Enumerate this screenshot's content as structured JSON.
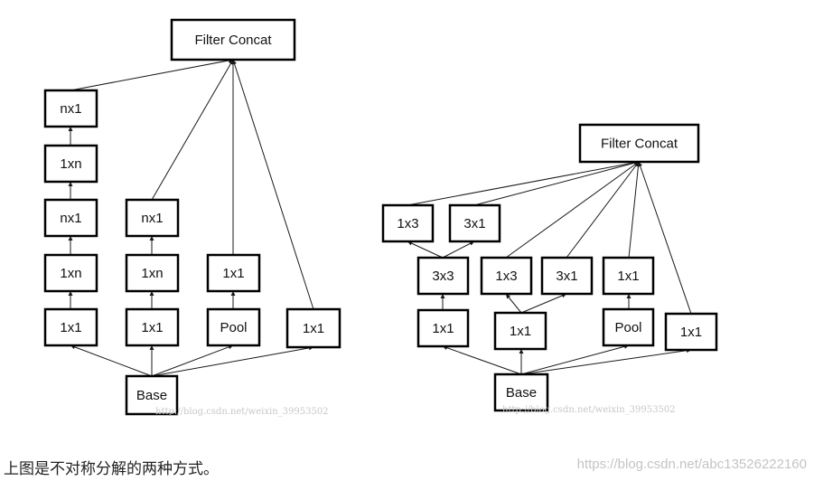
{
  "left_diagram": {
    "labels": {
      "concat": "Filter Concat",
      "c1_l5": "nx1",
      "c1_l4": "1xn",
      "c1_l3": "nx1",
      "c1_l2": "1xn",
      "c1_l1": "1x1",
      "c2_l3": "nx1",
      "c2_l2": "1xn",
      "c2_l1": "1x1",
      "c3_l2": "1x1",
      "c3_l1": "Pool",
      "c4_l1": "1x1",
      "base": "Base"
    },
    "watermark": "http://blog.csdn.net/weixin_39953502"
  },
  "right_diagram": {
    "labels": {
      "concat": "Filter Concat",
      "b_1x3_top": "1x3",
      "b_3x1_top": "3x1",
      "b_3x3": "3x3",
      "b_1x1_a": "1x1",
      "b_1x3": "1x3",
      "b_3x1": "3x1",
      "b_1x1_b": "1x1",
      "b_1x1_pool": "1x1",
      "b_pool": "Pool",
      "b_1x1_c": "1x1",
      "base": "Base"
    },
    "watermark": "http://blog.csdn.net/weixin_39953502"
  },
  "caption": "上图是不对称分解的两种方式。",
  "corner_watermark": "https://blog.csdn.net/abc13526222160"
}
